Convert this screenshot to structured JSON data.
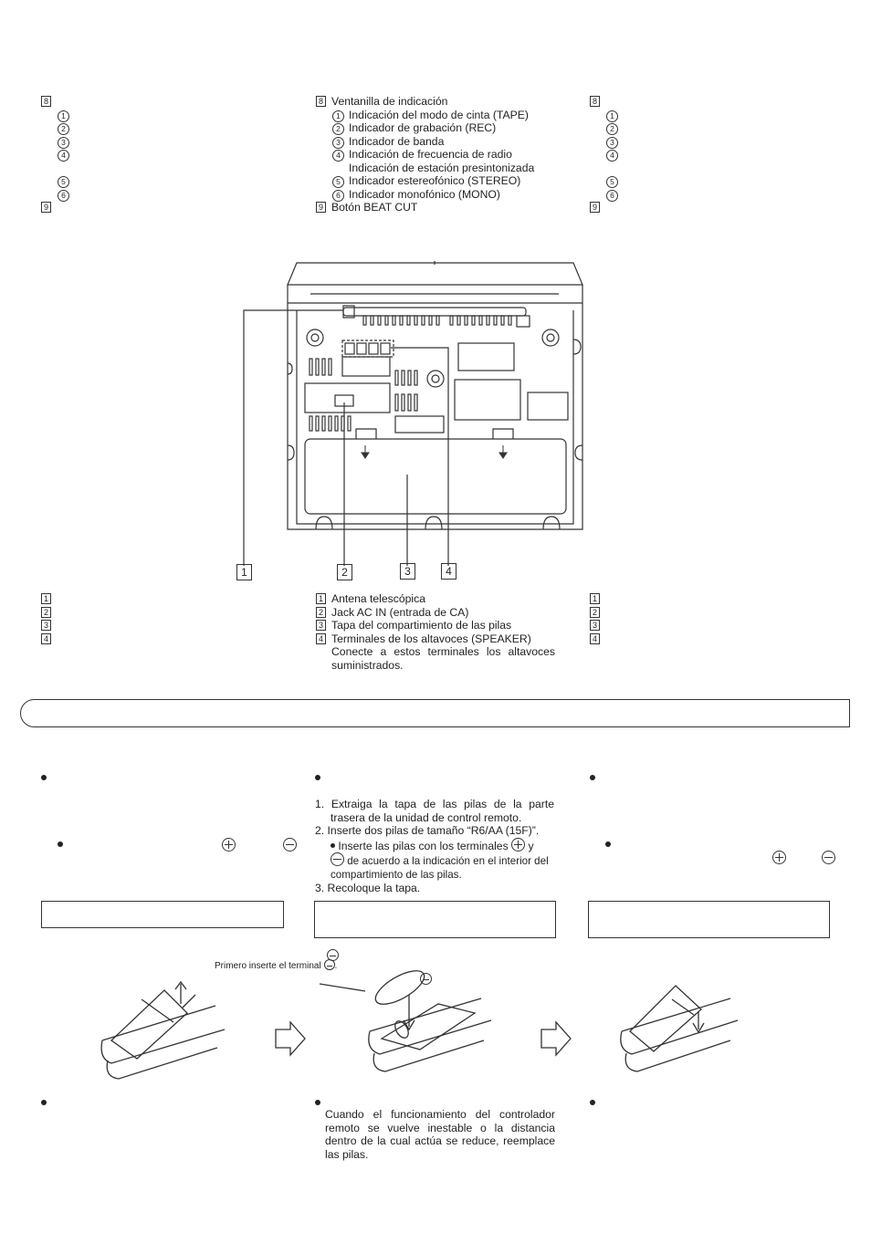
{
  "display_section": {
    "marker": "8",
    "title": "Ventanilla de indicación",
    "items": [
      {
        "n": "1",
        "text": "Indicación del modo de cinta (TAPE)"
      },
      {
        "n": "2",
        "text": "Indicador de grabación (REC)"
      },
      {
        "n": "3",
        "text": "Indicador de banda"
      },
      {
        "n": "4",
        "text": "Indicación de frecuencia de radio"
      },
      {
        "n": "",
        "text": "Indicación de estación presintonizada"
      },
      {
        "n": "5",
        "text": "Indicador estereofónico (STEREO)"
      },
      {
        "n": "6",
        "text": "Indicador monofónico (MONO)"
      }
    ],
    "marker2": "9",
    "title2": "Botón BEAT CUT"
  },
  "rear_parts": {
    "items": [
      {
        "n": "1",
        "text": "Antena telescópica"
      },
      {
        "n": "2",
        "text": "Jack AC IN (entrada de CA)"
      },
      {
        "n": "3",
        "text": "Tapa del compartimiento de las pilas"
      },
      {
        "n": "4",
        "text": "Terminales de los altavoces (SPEAKER)"
      }
    ],
    "note": "Conecte a estos terminales los altavoces suministrados."
  },
  "callouts": [
    "1",
    "2",
    "3",
    "4"
  ],
  "battery_steps": {
    "step1": "1. Extraiga la tapa de las pilas de la parte trasera de la unidad de control remoto.",
    "step2": "2. Inserte dos pilas de tamaño “R6/AA (15F)”.",
    "step2_sub_a": "Inserte las pilas con los terminales",
    "step2_sub_y": "y",
    "step2_sub_b": "de acuerdo a la indicación en el interior del compartimiento de las pilas.",
    "step3": "3. Recoloque la tapa."
  },
  "figure_label": "Primero inserte el terminal",
  "replace_note": "Cuando el funcionamiento del controlador remoto se vuelve inestable o la distancia dentro de la cual actúa se reduce, reemplace las pilas."
}
